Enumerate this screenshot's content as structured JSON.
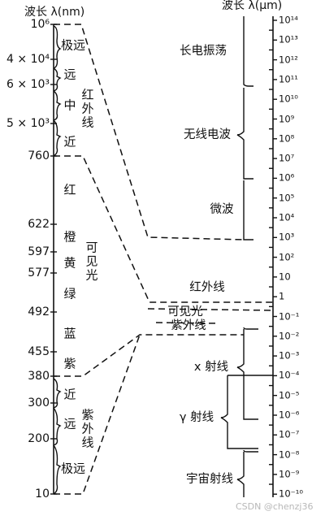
{
  "header": {
    "left_title": "波长 λ(nm)",
    "right_title": "波长 λ(μm)"
  },
  "left_scale": [
    {
      "label": "10⁶",
      "value": 1000000
    },
    {
      "label": "4 × 10⁴",
      "value": 40000
    },
    {
      "label": "6 × 10³",
      "value": 6000
    },
    {
      "label": "5 × 10³",
      "value": 5000
    },
    {
      "label": "760",
      "value": 760
    },
    {
      "label": "622",
      "value": 622
    },
    {
      "label": "597",
      "value": 597
    },
    {
      "label": "577",
      "value": 577
    },
    {
      "label": "492",
      "value": 492
    },
    {
      "label": "455",
      "value": 455
    },
    {
      "label": "380",
      "value": 380
    },
    {
      "label": "300",
      "value": 300
    },
    {
      "label": "200",
      "value": 200
    },
    {
      "label": "10",
      "value": 10
    }
  ],
  "left_bands": {
    "ir_far": "极远",
    "ir_mid_far": "远",
    "ir_mid": "中",
    "ir_near": "近",
    "infrared": "红外线",
    "red": "红",
    "orange": "橙",
    "yellow": "黄",
    "green": "绿",
    "blue": "蓝",
    "violet": "紫",
    "visible": "可见光",
    "uv_near": "近",
    "uv_far": "远",
    "uv_extreme": "极远",
    "ultraviolet": "紫外线"
  },
  "right_scale": [
    "10¹⁴",
    "10¹³",
    "10¹²",
    "10¹¹",
    "10¹⁰",
    "10⁹",
    "10⁸",
    "10⁷",
    "10⁶",
    "10⁵",
    "10⁴",
    "10³",
    "10²",
    "10",
    "1",
    "10⁻¹",
    "10⁻²",
    "10⁻³",
    "10⁻⁴",
    "10⁻⁵",
    "10⁻⁶",
    "10⁻⁷",
    "10⁻⁸",
    "10⁻⁹",
    "10⁻¹⁰"
  ],
  "right_regions": {
    "long_wave": "长电振荡",
    "radio": "无线电波",
    "microwave": "微波",
    "infrared": "红外线",
    "visible": "可见光",
    "ultraviolet": "紫外线",
    "xray": "x 射线",
    "gamma": "γ 射线",
    "cosmic": "宇宙射线"
  },
  "watermark": "CSDN @chenzj36"
}
